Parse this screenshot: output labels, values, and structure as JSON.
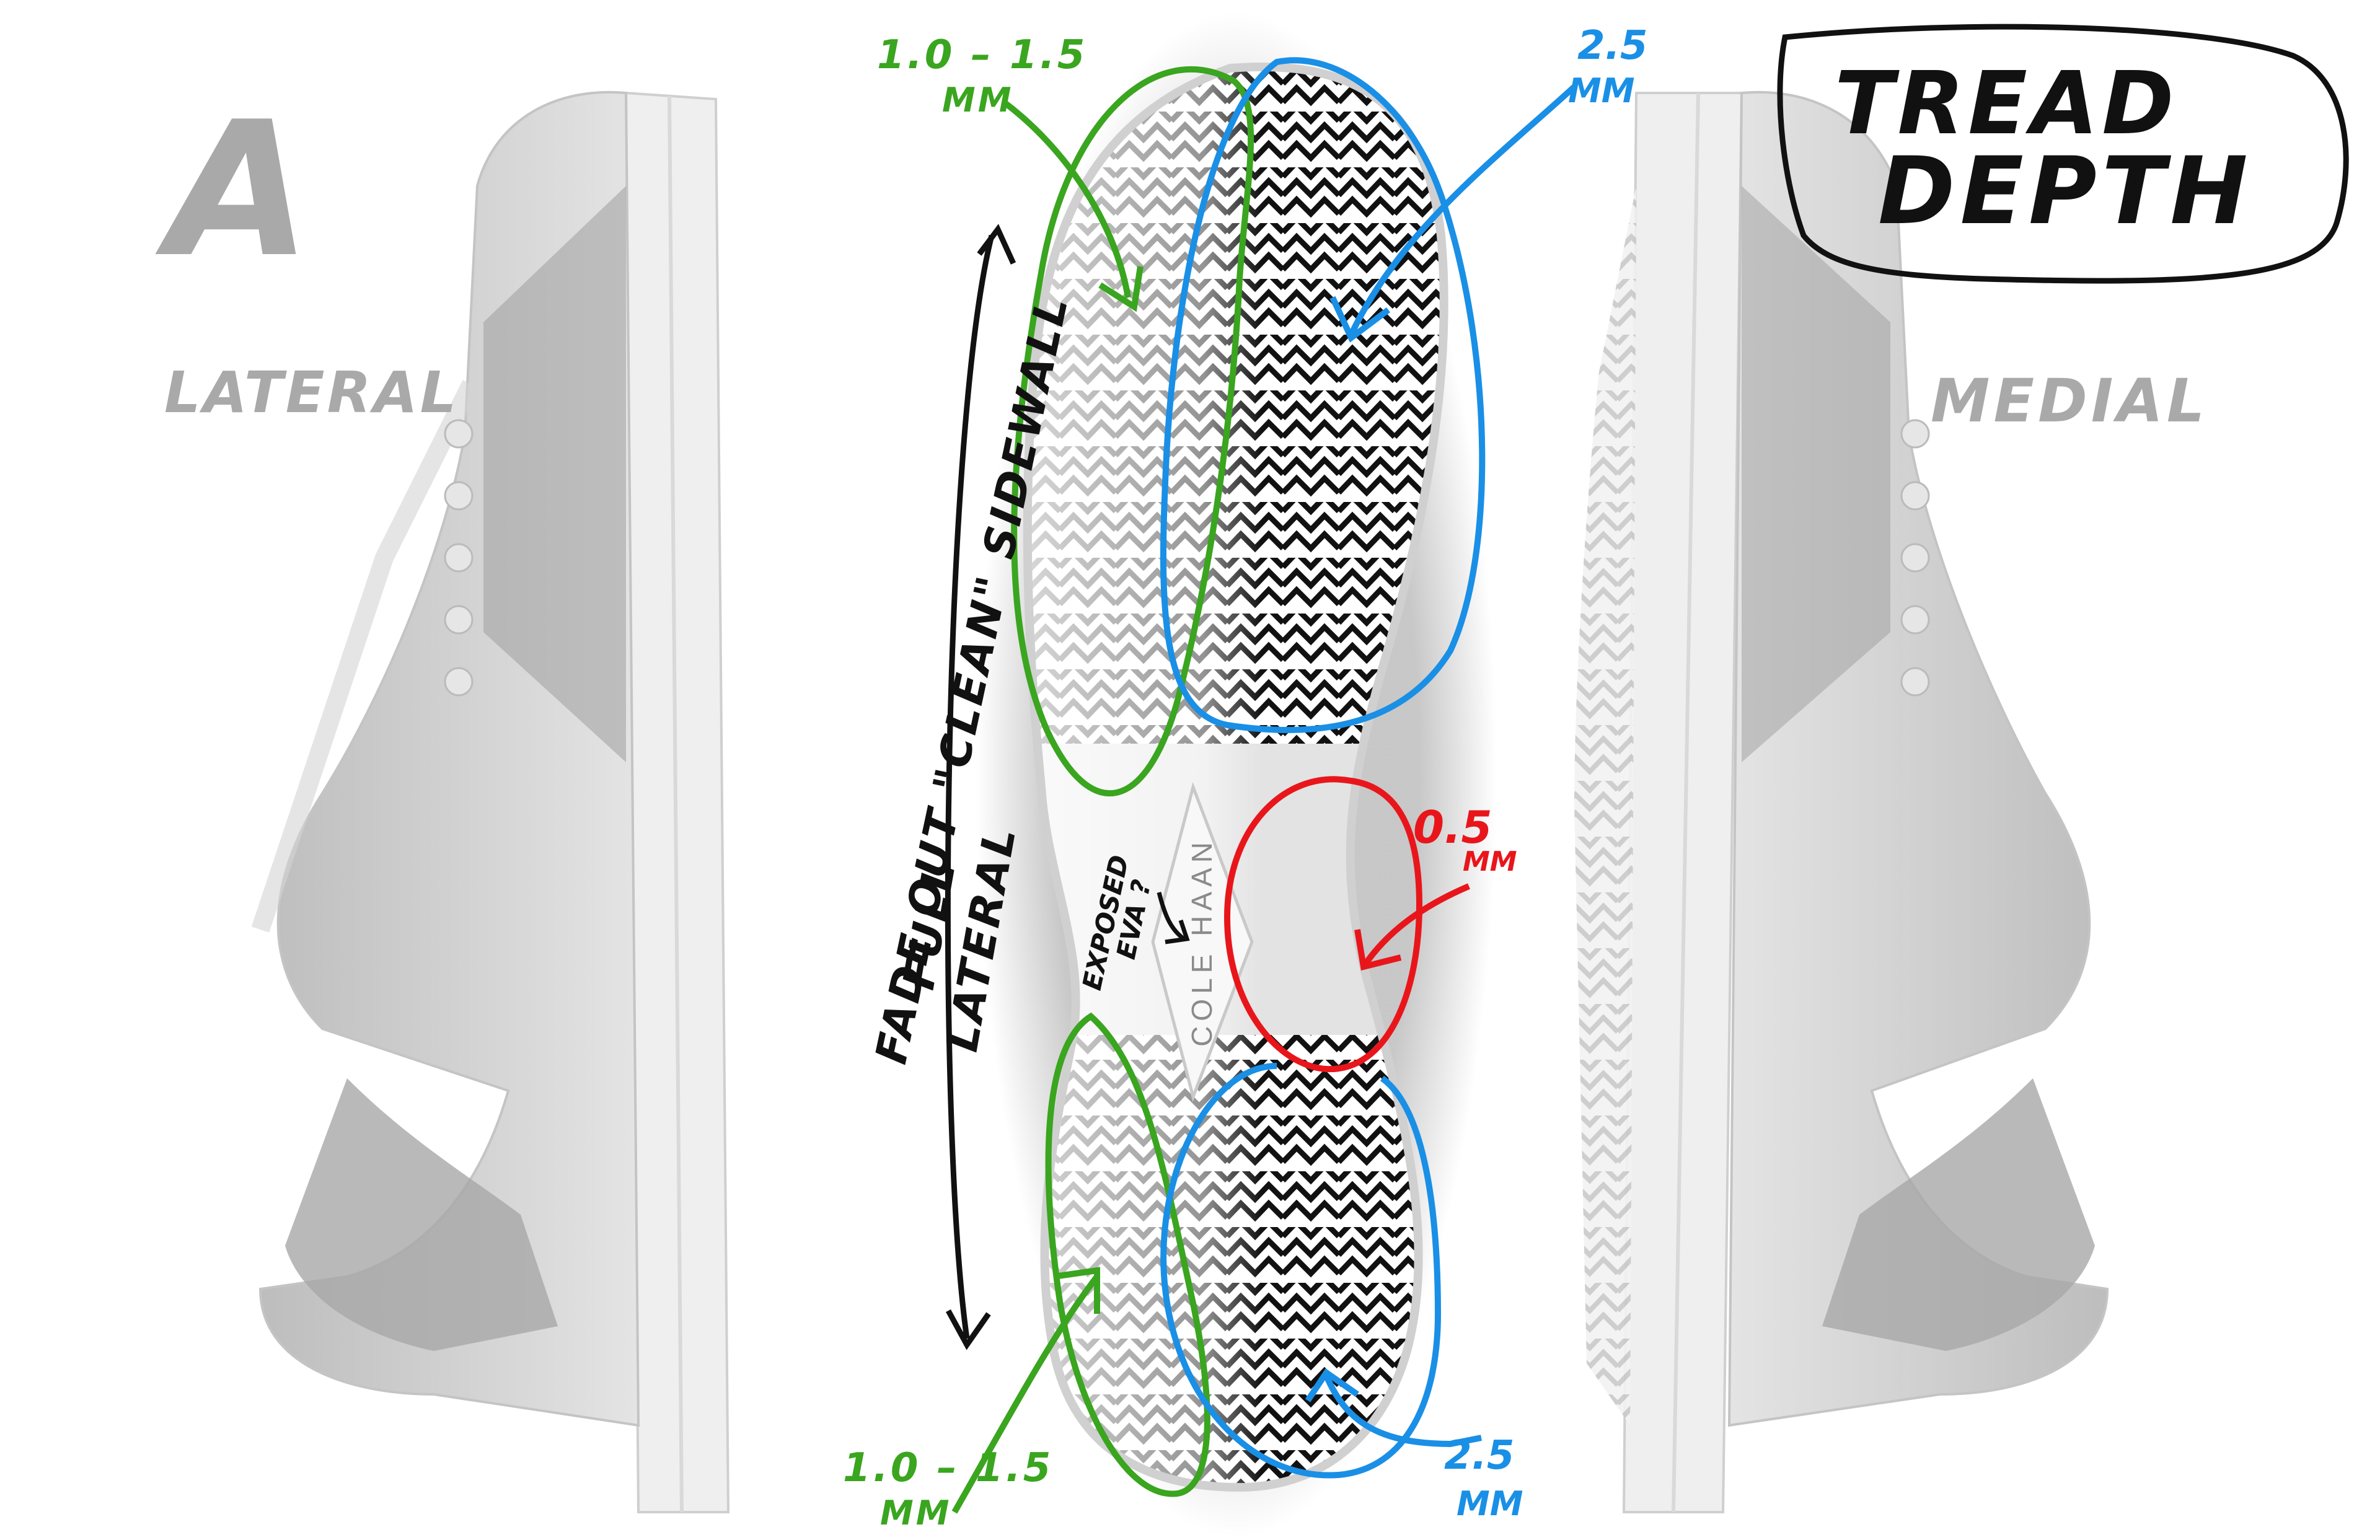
{
  "sheet": {
    "option_letter": "A",
    "lateral_label": "LATERAL",
    "medial_label": "MEDIAL",
    "title_line1": "TREAD",
    "title_line2": "DEPTH"
  },
  "callouts": {
    "forefoot_lateral_depth": {
      "value": "1.0 – 1.5",
      "unit": "MM",
      "color": "#3aa51f"
    },
    "forefoot_medial_depth": {
      "value": "2.5",
      "unit": "MM",
      "color": "#1a8fe6"
    },
    "midfoot_depth": {
      "value": "0.5",
      "unit": "MM",
      "color": "#e8161b"
    },
    "heel_lateral_depth": {
      "value": "1.0 – 1.5",
      "unit": "MM",
      "color": "#3aa51f"
    },
    "heel_medial_depth": {
      "value": "2.5",
      "unit": "MM",
      "color": "#1a8fe6"
    }
  },
  "notes": {
    "sidewall_line1": "FADE OUT \"CLEAN\" SIDEWALL",
    "sidewall_line2": "FULL",
    "sidewall_line3": "LATERAL",
    "eva_line1": "EXPOSED",
    "eva_line2": "EVA ?"
  },
  "brand": {
    "logo_text": "COLE HAAN"
  },
  "colors": {
    "gray_label": "#a9a9a9",
    "ink": "#111111"
  }
}
